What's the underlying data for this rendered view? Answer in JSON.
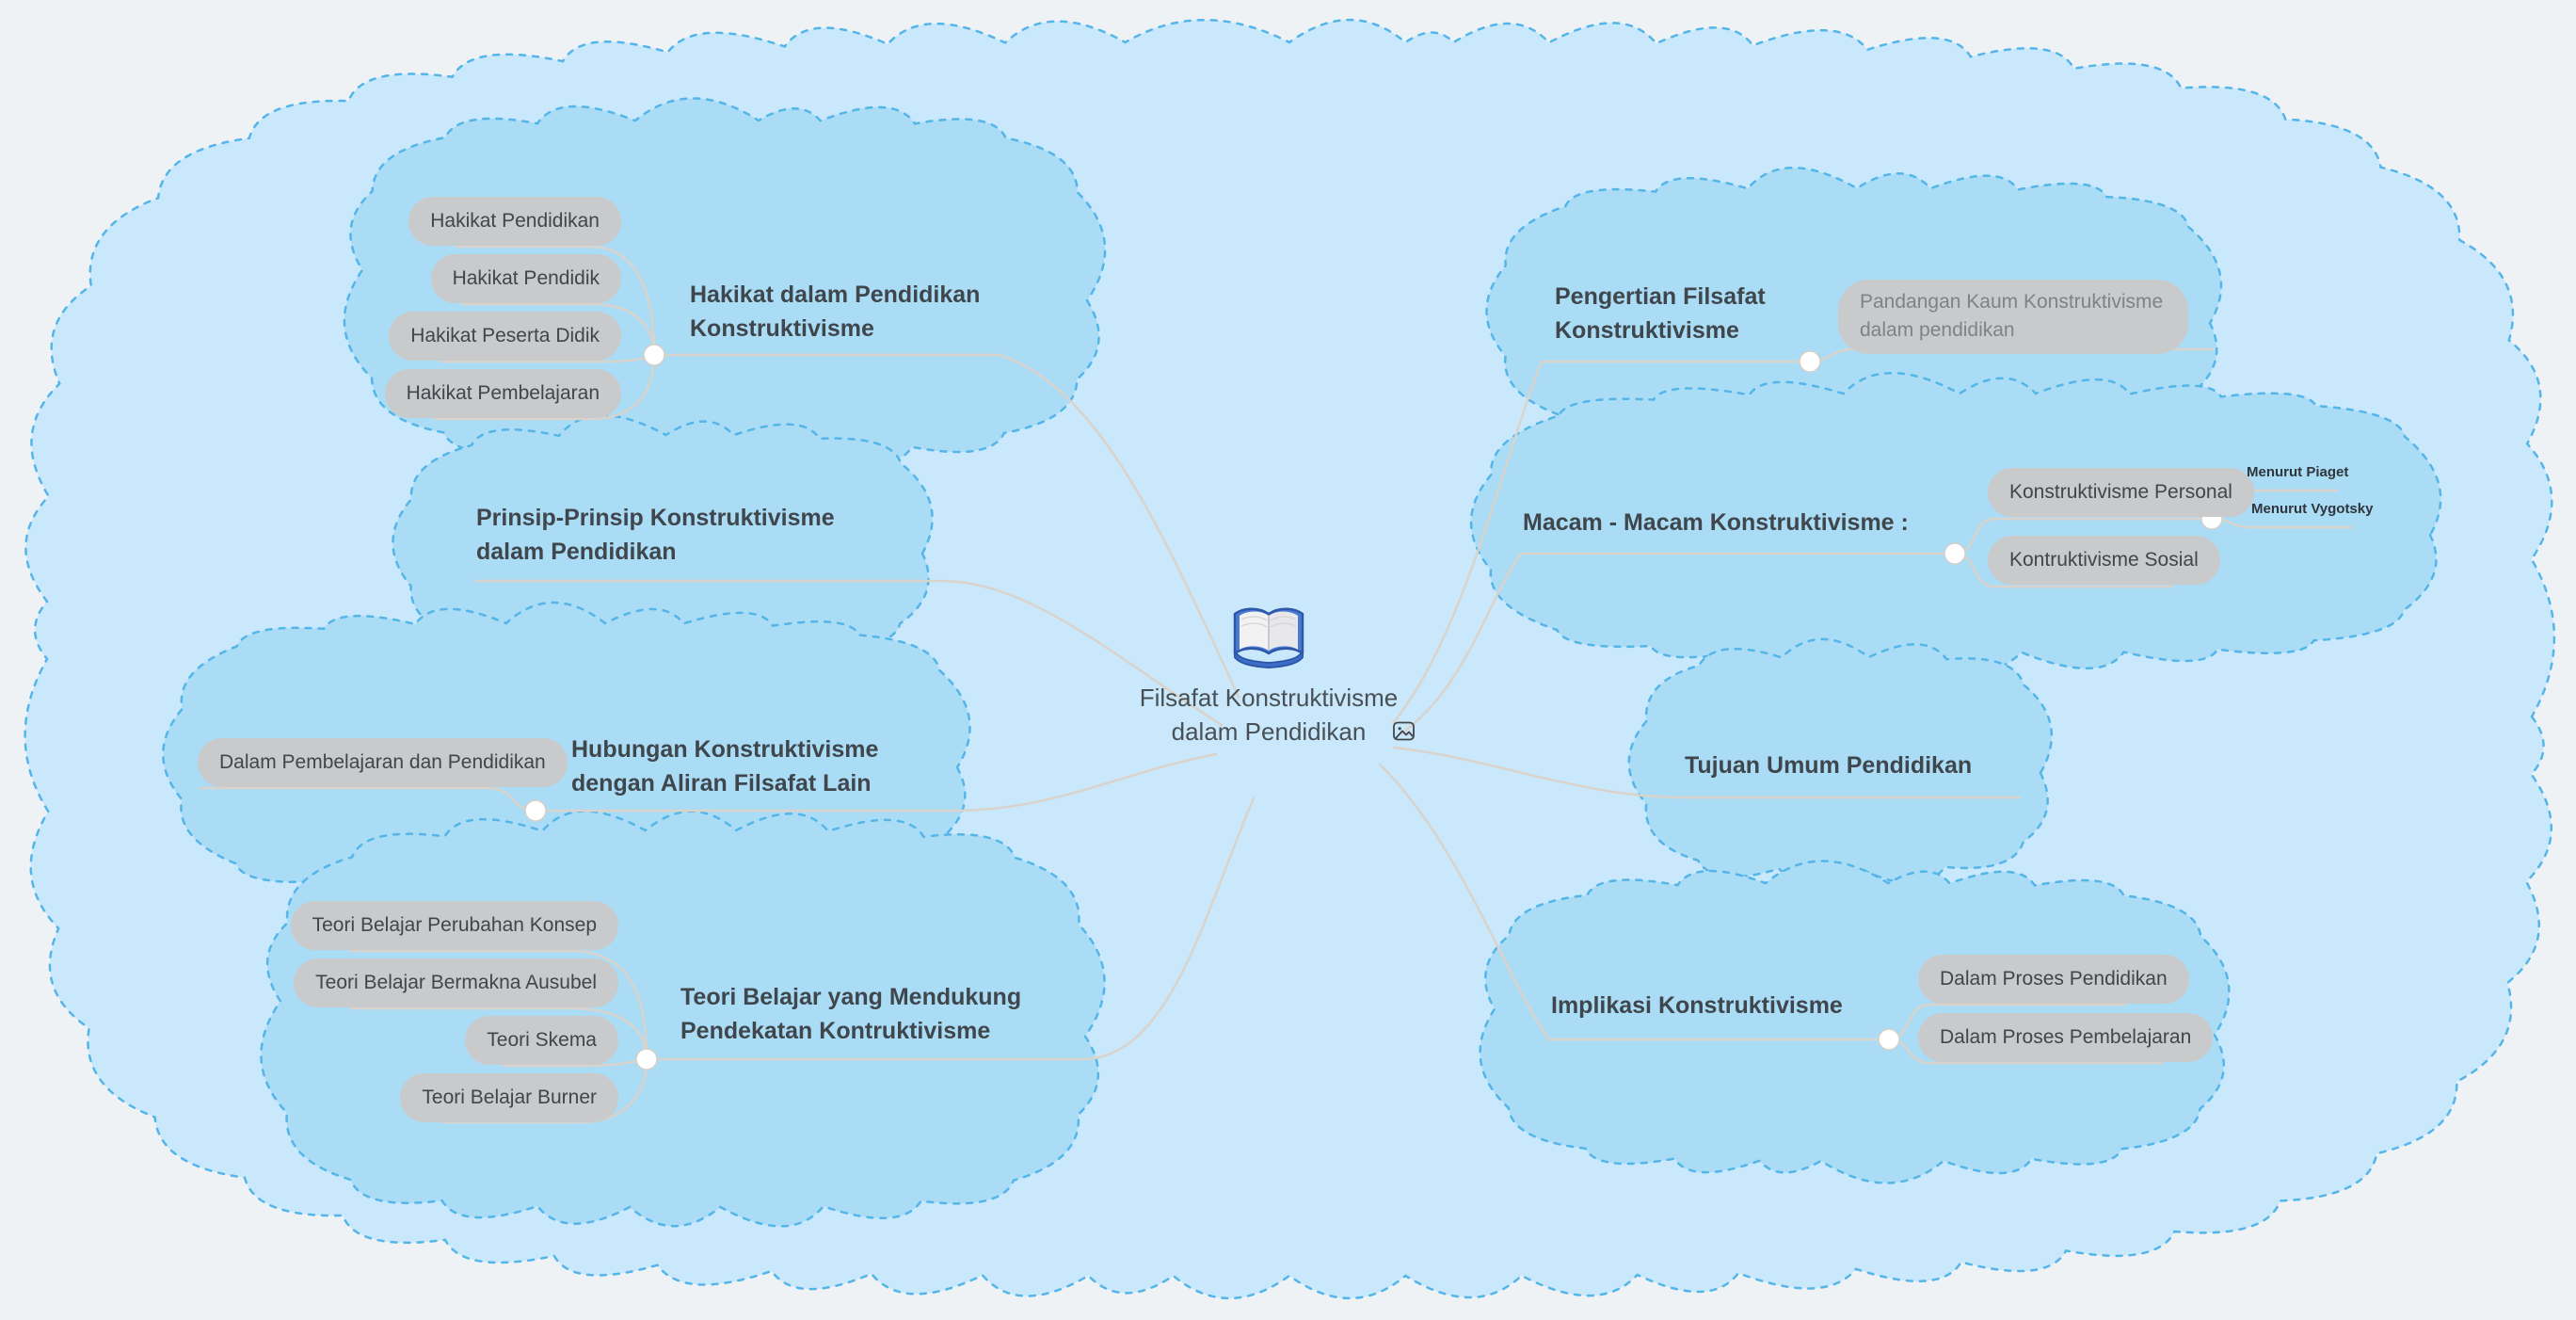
{
  "root": {
    "title": "Filsafat Konstruktivisme dalam Pendidikan",
    "icon": "open-book-icon",
    "attachment": "image-icon"
  },
  "branches": [
    {
      "id": "hakikat",
      "title": "Hakikat dalam Pendidikan Konstruktivisme",
      "children": [
        "Hakikat Pendidikan",
        "Hakikat Pendidik",
        "Hakikat Peserta Didik",
        "Hakikat Pembelajaran"
      ]
    },
    {
      "id": "prinsip",
      "title": "Prinsip-Prinsip Konstruktivisme dalam Pendidikan",
      "children": []
    },
    {
      "id": "hubungan",
      "title": "Hubungan Konstruktivisme dengan Aliran Filsafat Lain",
      "children": [
        "Dalam Pembelajaran dan Pendidikan"
      ]
    },
    {
      "id": "teori",
      "title": "Teori Belajar yang Mendukung Pendekatan Kontruktivisme",
      "children": [
        "Teori Belajar Perubahan Konsep",
        "Teori Belajar Bermakna Ausubel",
        "Teori Skema",
        "Teori Belajar Burner"
      ]
    },
    {
      "id": "pengertian",
      "title": "Pengertian Filsafat Konstruktivisme",
      "children": [
        "Pandangan Kaum Konstruktivisme dalam pendidikan"
      ]
    },
    {
      "id": "macam",
      "title": "Macam - Macam Konstruktivisme :",
      "children": [
        "Konstruktivisme Personal",
        "Kontruktivisme Sosial"
      ],
      "grandchildren": [
        "Menurut Piaget",
        "Menurut Vygotsky"
      ]
    },
    {
      "id": "tujuan",
      "title": "Tujuan Umum Pendidikan",
      "children": []
    },
    {
      "id": "implikasi",
      "title": "Implikasi Konstruktivisme",
      "children": [
        "Dalam Proses Pendidikan",
        "Dalam Proses Pembelajaran"
      ]
    }
  ],
  "colors": {
    "page_background": "#eff2f5",
    "outer_cloud_fill": "#c9e8fb",
    "branch_cloud_fill": "#abdcf6",
    "cloud_border": "#54b5e9",
    "connector_line": "#d9d3cb",
    "pill_background": "#c9cacb",
    "pill_text": "#3f464c",
    "muted_pill_text": "#7e8387",
    "title_text": "#3f464c"
  }
}
